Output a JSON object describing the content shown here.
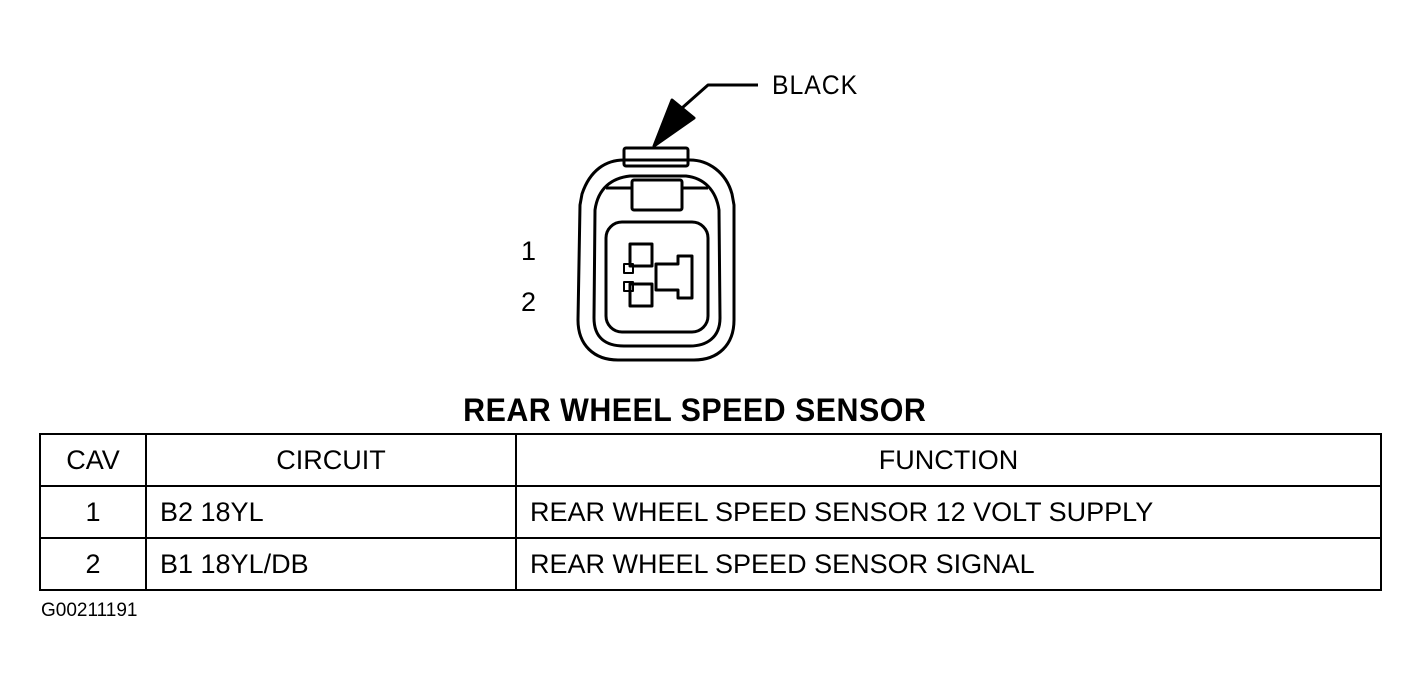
{
  "connector": {
    "color_label": "BLACK",
    "pins": [
      "1",
      "2"
    ]
  },
  "title": "REAR WHEEL SPEED SENSOR",
  "table": {
    "headers": [
      "CAV",
      "CIRCUIT",
      "FUNCTION"
    ],
    "rows": [
      {
        "cav": "1",
        "circuit": "B2 18YL",
        "function": "REAR WHEEL SPEED SENSOR 12 VOLT SUPPLY"
      },
      {
        "cav": "2",
        "circuit": "B1 18YL/DB",
        "function": "REAR WHEEL SPEED SENSOR SIGNAL"
      }
    ]
  },
  "figure_id": "G00211191",
  "colors": {
    "line": "#000000",
    "background": "#ffffff"
  }
}
